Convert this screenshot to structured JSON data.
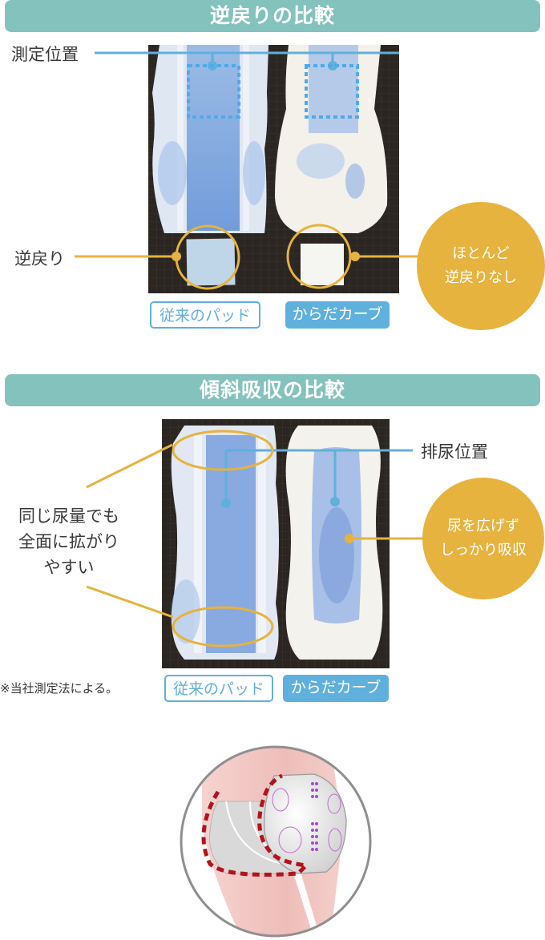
{
  "section1": {
    "title": "逆戻りの比較",
    "label_measure": "測定位置",
    "label_backflow": "逆戻り",
    "tag_conventional": "従来のパッド",
    "tag_product": "からだカーブ",
    "bubble_lines": [
      "ほとんど",
      "逆戻りなし"
    ]
  },
  "section2": {
    "title": "傾斜吸収の比較",
    "label_urination": "排尿位置",
    "label_spread_lines": [
      "同じ尿量でも",
      "全面に拡がり",
      "やすい"
    ],
    "tag_conventional": "従来のパッド",
    "tag_product": "からだカーブ",
    "bubble_lines": [
      "尿を広げず",
      "しっかり吸収"
    ],
    "note": "※当社測定法による。"
  },
  "colors": {
    "banner": "#83c2bd",
    "accent_blue": "#5fb0dd",
    "accent_gold": "#e6b33e",
    "dashed_red": "#b5121b"
  }
}
